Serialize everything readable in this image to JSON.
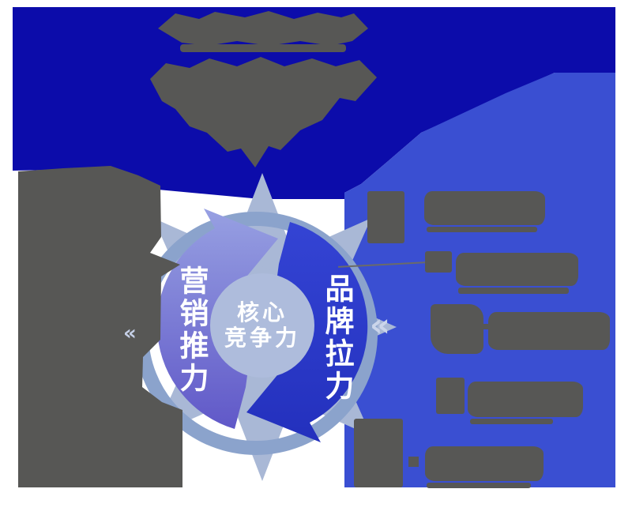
{
  "colors": {
    "background": "#ffffff",
    "navy_region": "#0c0caa",
    "royal_region": "#3a4fd2",
    "text_blob_gray": "#575755",
    "petal": "#a9b8d6",
    "shadow_ring": "#8ba3cc",
    "hub_fill": "#aebcdc",
    "push_arrow": "#6058c8",
    "pull_arrow": "#2b38c6",
    "label_text": "#ffffff"
  },
  "flower": {
    "center_line1": "核心",
    "center_line2": "竞争力",
    "push_label": "营销推力",
    "pull_label": "品牌拉力"
  },
  "title_area": {
    "legible": false,
    "lines": 2
  },
  "left_annotation_block": {
    "legible": false
  },
  "right_annotations": {
    "legible": false,
    "item_count": 5
  }
}
